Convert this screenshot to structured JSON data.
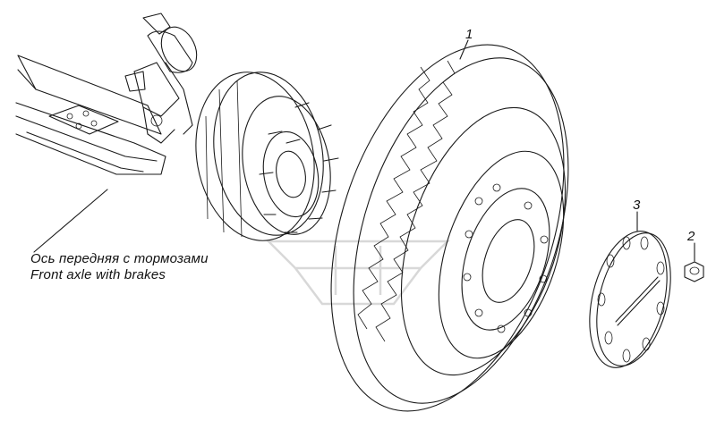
{
  "captions": {
    "axle_ru": "Ось передняя с тормозами",
    "axle_en": "Front axle with brakes"
  },
  "callouts": {
    "tire": "1",
    "nut": "2",
    "cap": "3"
  }
}
